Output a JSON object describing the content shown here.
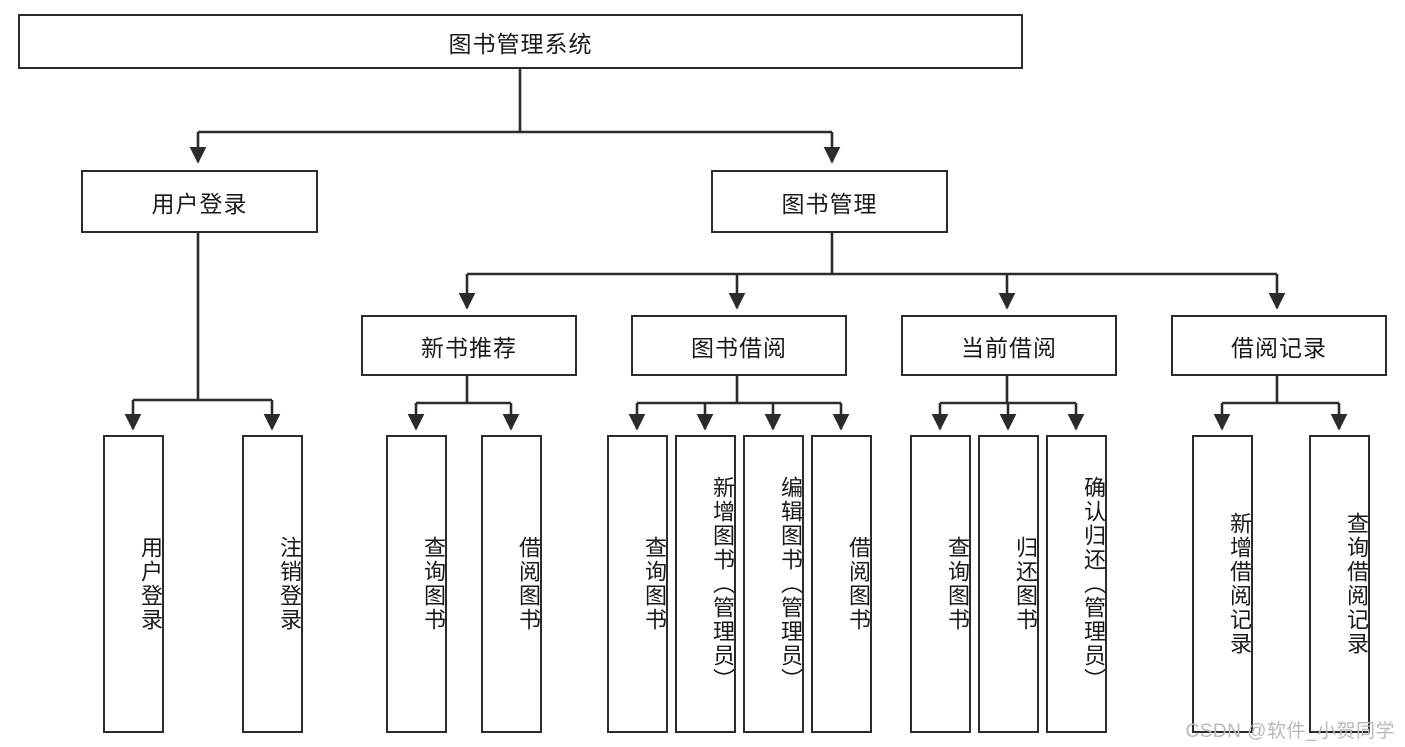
{
  "diagram": {
    "type": "tree-hierarchy-chart",
    "title": "图书管理系统",
    "stroke_color": "#2b2b2b",
    "background_color": "#ffffff",
    "text_color": "#1a1a1a",
    "nodes": {
      "root": {
        "label": "图书管理系统",
        "level": 1
      },
      "l2": [
        {
          "id": "user-login",
          "label": "用户登录"
        },
        {
          "id": "book-manage",
          "label": "图书管理"
        }
      ],
      "l3": [
        {
          "id": "new-book-recommend",
          "label": "新书推荐"
        },
        {
          "id": "book-borrow",
          "label": "图书借阅"
        },
        {
          "id": "current-borrow",
          "label": "当前借阅"
        },
        {
          "id": "borrow-record",
          "label": "借阅记录"
        }
      ],
      "leaves": [
        {
          "id": "leaf-user-login",
          "label": "用户登录",
          "parent": "user-login"
        },
        {
          "id": "leaf-logout-login",
          "label": "注销登录",
          "parent": "user-login"
        },
        {
          "id": "leaf-query-book-1",
          "label": "查询图书",
          "parent": "new-book-recommend"
        },
        {
          "id": "leaf-borrow-book-1",
          "label": "借阅图书",
          "parent": "new-book-recommend"
        },
        {
          "id": "leaf-query-book-2",
          "label": "查询图书",
          "parent": "book-borrow"
        },
        {
          "id": "leaf-add-book",
          "label": "新增图书（管理员）",
          "parent": "book-borrow"
        },
        {
          "id": "leaf-edit-book",
          "label": "编辑图书（管理员）",
          "parent": "book-borrow"
        },
        {
          "id": "leaf-borrow-book-2",
          "label": "借阅图书",
          "parent": "book-borrow"
        },
        {
          "id": "leaf-query-book-3",
          "label": "查询图书",
          "parent": "current-borrow"
        },
        {
          "id": "leaf-return-book",
          "label": "归还图书",
          "parent": "current-borrow"
        },
        {
          "id": "leaf-confirm-return",
          "label": "确认归还（管理员）",
          "parent": "current-borrow"
        },
        {
          "id": "leaf-add-record",
          "label": "新增借阅记录",
          "parent": "borrow-record"
        },
        {
          "id": "leaf-query-record",
          "label": "查询借阅记录",
          "parent": "borrow-record"
        }
      ]
    }
  },
  "watermark": {
    "text": "CSDN @软件_小贺同学"
  }
}
